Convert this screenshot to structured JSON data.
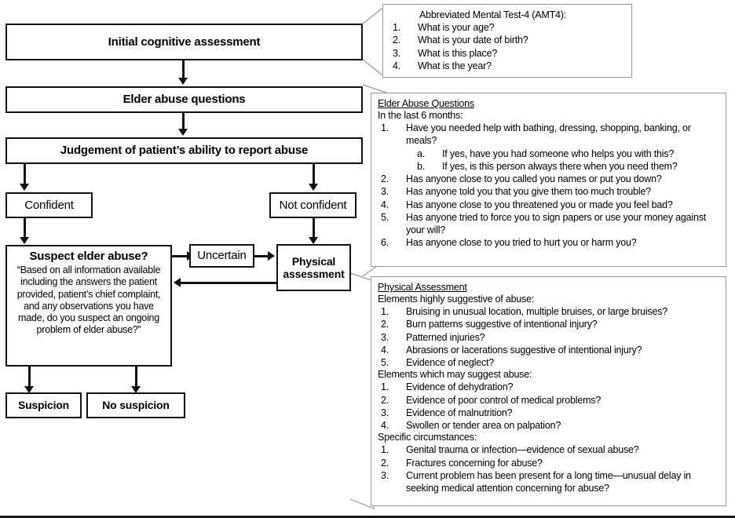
{
  "flow": {
    "nodes": [
      {
        "id": "initial-cognitive-assessment",
        "label": "Initial cognitive assessment"
      },
      {
        "id": "elder-abuse-questions",
        "label": "Elder abuse questions"
      },
      {
        "id": "judgement-ability",
        "label": "Judgement of patient’s ability to report abuse"
      },
      {
        "id": "confident",
        "label": "Confident"
      },
      {
        "id": "not-confident",
        "label": "Not confident"
      },
      {
        "id": "uncertain",
        "label": "Uncertain"
      },
      {
        "id": "physical-assessment",
        "label": "Physical assessment"
      },
      {
        "id": "suspicion",
        "label": "Suspicion"
      },
      {
        "id": "no-suspicion",
        "label": "No suspicion"
      }
    ],
    "suspect_box": {
      "title": "Suspect elder abuse?",
      "quote": "“Based on all information available including the answers the patient provided, patient’s chief complaint, and any observations you have made, do you suspect an ongoing problem of elder abuse?”"
    }
  },
  "panels": {
    "amt4": {
      "title": "Abbreviated Mental Test-4 (AMT4):",
      "items": [
        "What is your age?",
        "What is your date of birth?",
        "What is this place?",
        "What is the year?"
      ]
    },
    "elder_abuse_questions": {
      "title": "Elder Abuse Questions",
      "subtitle": "In the last 6 months:",
      "items": [
        "Have you needed help with bathing, dressing, shopping, banking, or meals?",
        "Has anyone close to you called you names or put you down?",
        "Has anyone told you that you give them too much trouble?",
        "Has anyone close to you threatened you or made you feel bad?",
        "Has anyone tried to force you to sign papers or use your money against your will?",
        "Has anyone close to you tried to hurt you or harm you?"
      ],
      "subitems": [
        {
          "letter": "a.",
          "text": "If yes, have you had someone who helps you with this?"
        },
        {
          "letter": "b.",
          "text": "If yes, is this person always there when you need them?"
        }
      ]
    },
    "physical_assessment": {
      "title": "Physical Assessment",
      "group1_heading": "Elements highly suggestive of abuse:",
      "group1": [
        "Bruising in unusual location, multiple bruises, or large bruises?",
        "Burn patterns suggestive of intentional injury?",
        "Patterned injuries?",
        "Abrasions or lacerations suggestive of intentional injury?",
        "Evidence of neglect?"
      ],
      "group2_heading": "Elements which may suggest abuse:",
      "group2": [
        "Evidence of dehydration?",
        "Evidence of poor control of medical problems?",
        "Evidence of malnutrition?",
        "Swollen or tender area on palpation?"
      ],
      "group3_heading": "Specific circumstances:",
      "group3": [
        "Genital trauma or infection—evidence of sexual abuse?",
        "Fractures concerning for abuse?",
        "Current problem has been present for a long time—unusual delay in seeking medical attention concerning for abuse?"
      ]
    }
  },
  "colors": {
    "line": "#111111",
    "panel_border": "#9a9a9a",
    "background": "#ffffff"
  }
}
